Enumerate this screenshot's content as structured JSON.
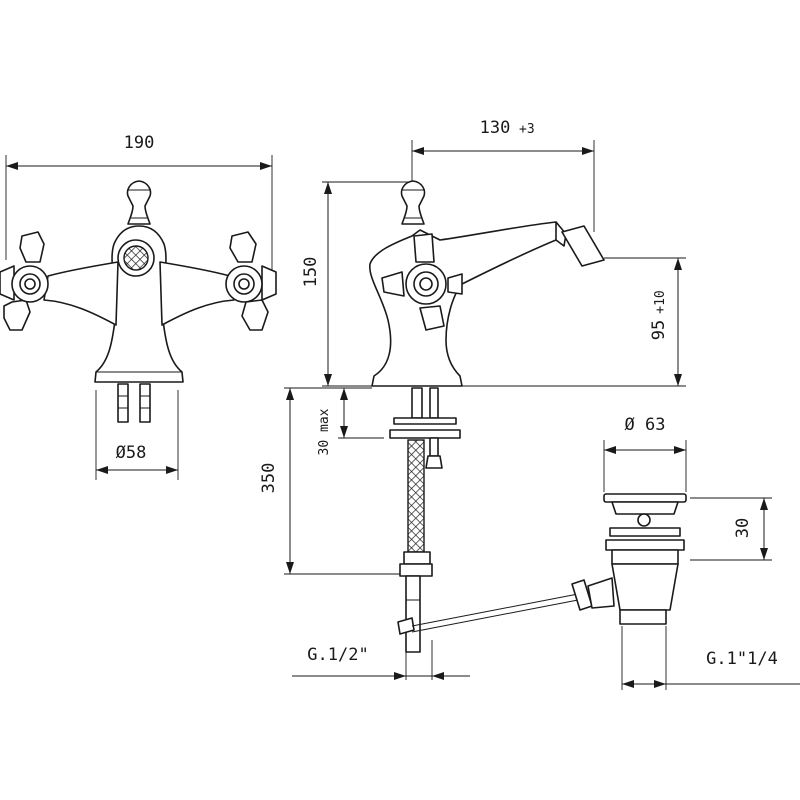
{
  "dimensions": {
    "front_width": "190",
    "front_base_diameter": "Ø58",
    "side_reach": "130",
    "side_reach_tol": "+3",
    "side_height": "150",
    "spout_height": "95",
    "spout_height_tol": "+10",
    "max_thickness": "30 max",
    "hose_length": "350",
    "waste_diameter": "Ø 63",
    "waste_height": "30",
    "inlet_thread": "G.1/2\"",
    "waste_thread": "G.1\"1/4"
  },
  "colors": {
    "line": "#1a1a1a",
    "background": "#ffffff"
  }
}
